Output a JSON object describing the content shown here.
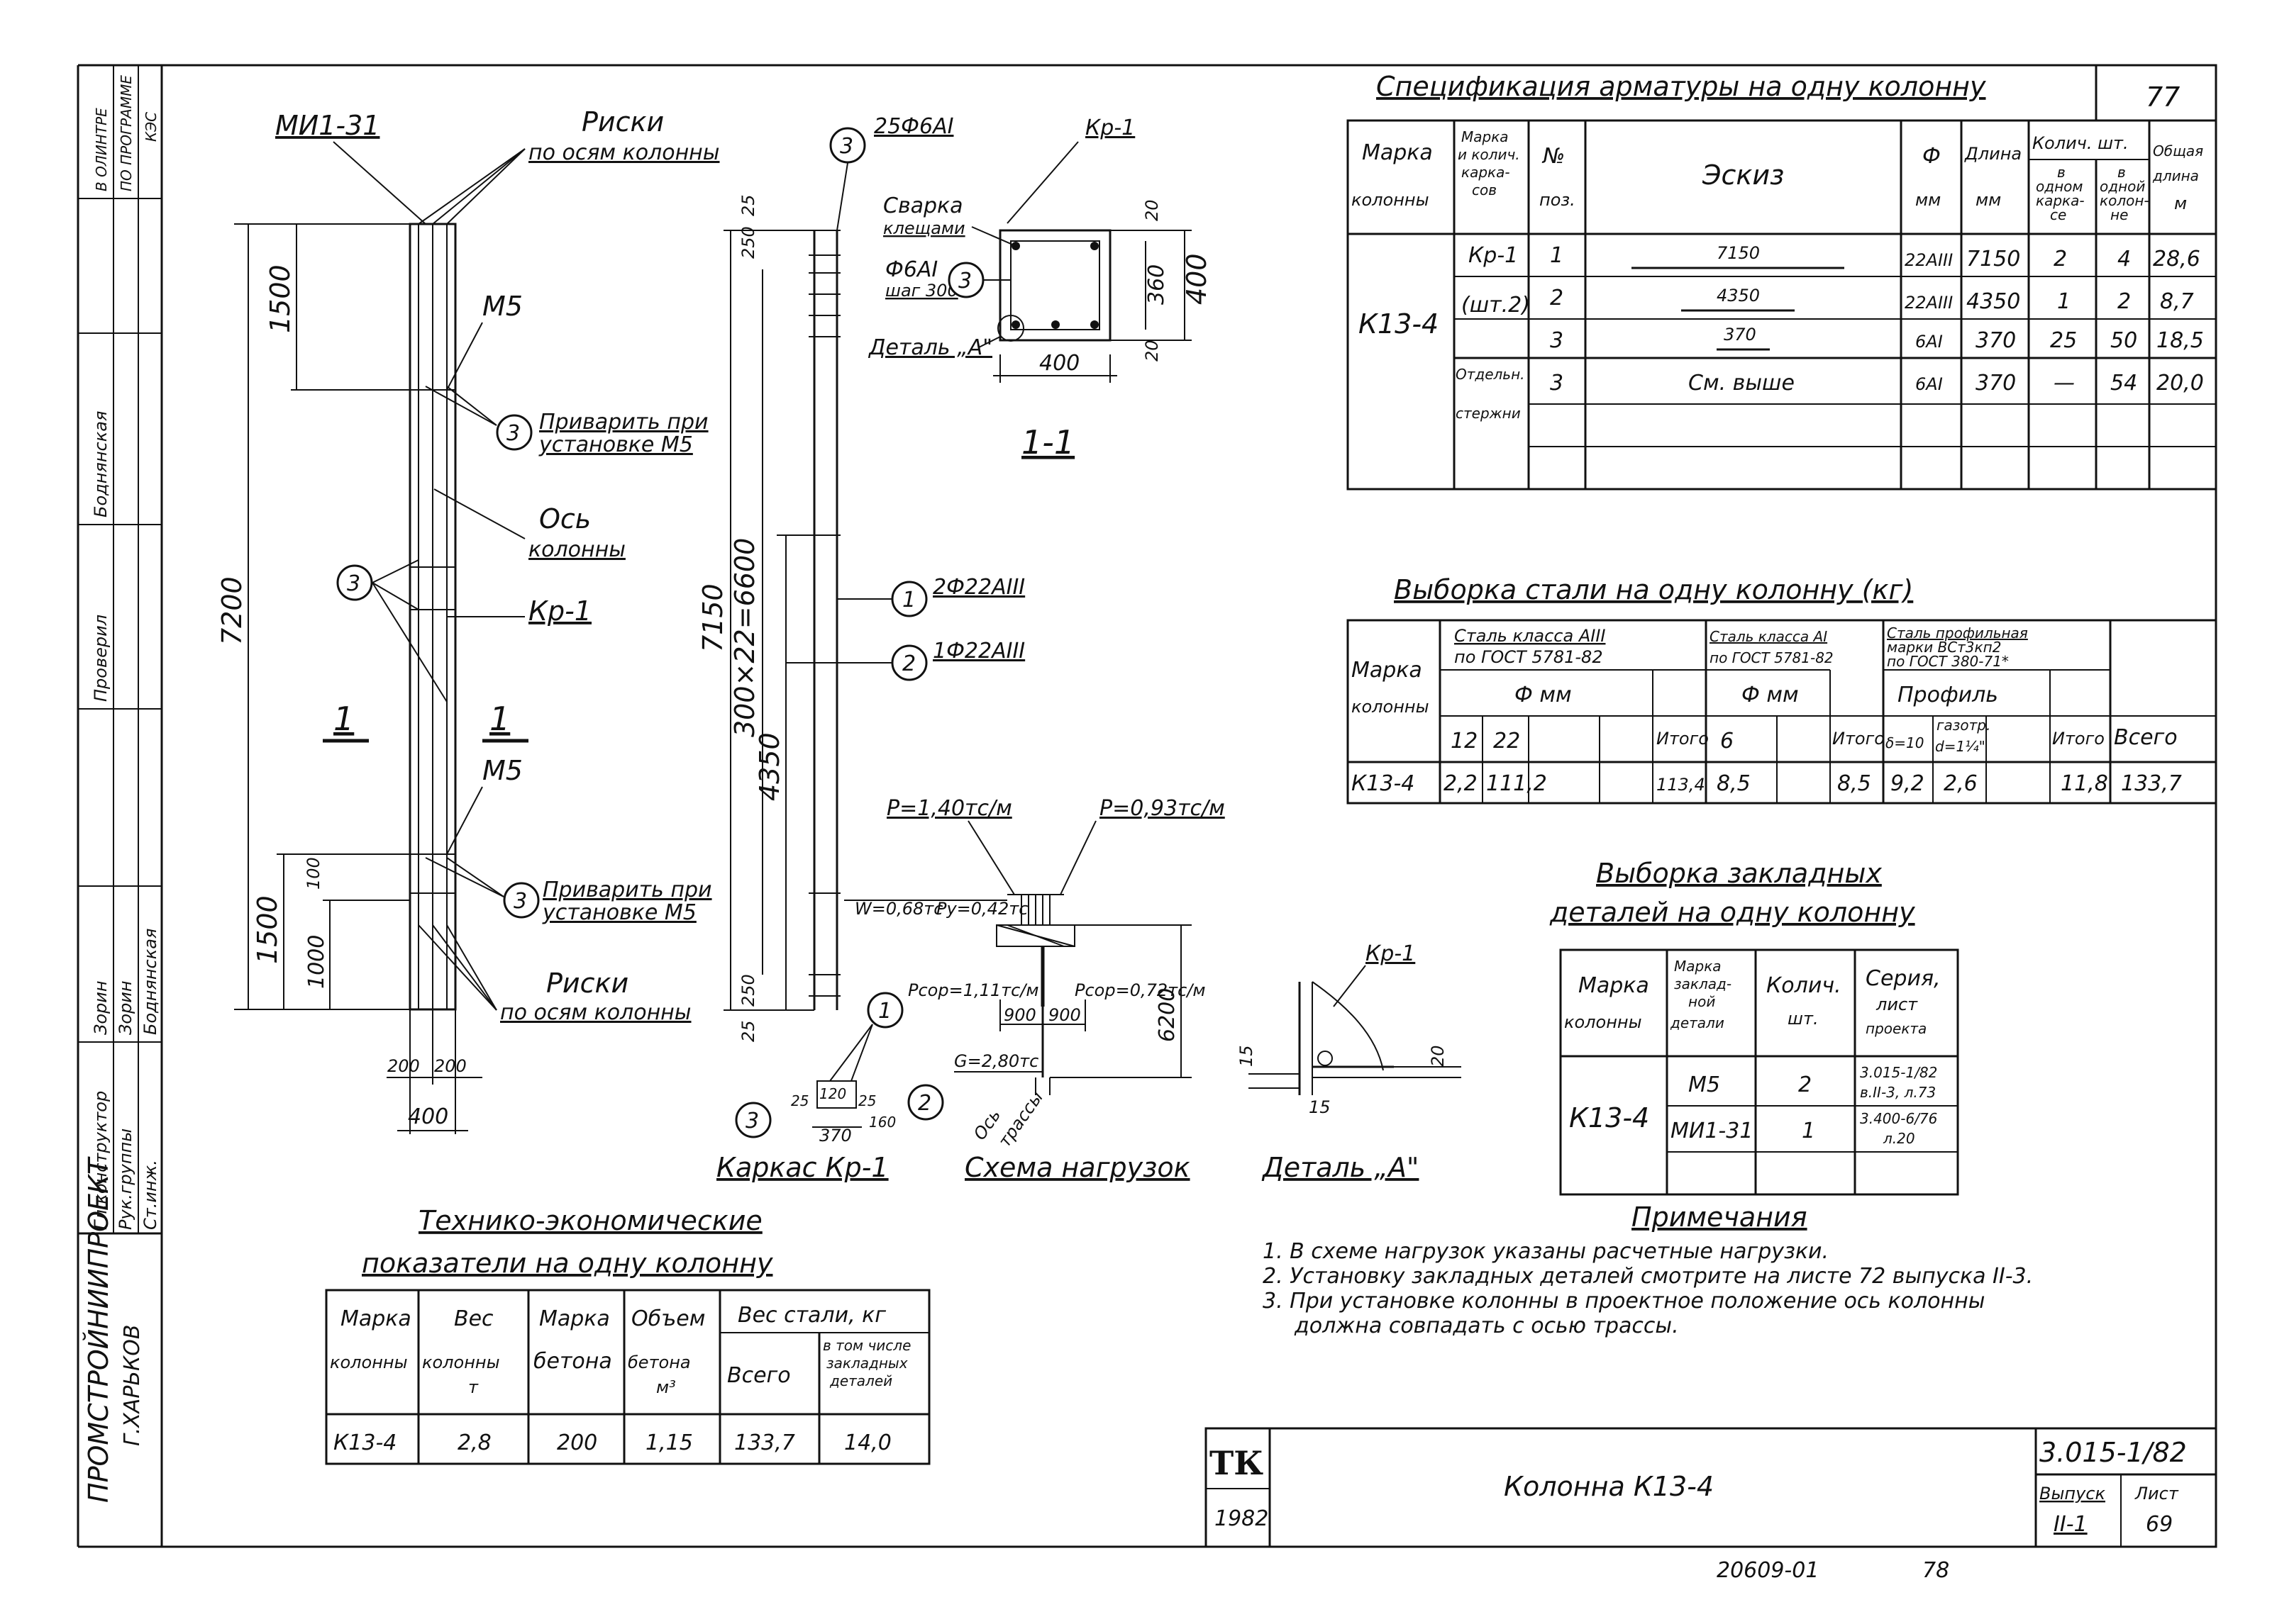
{
  "frame": {
    "sheet_number": "77",
    "bottom_code": "20609-01",
    "bottom_page": "78"
  },
  "left_strip": {
    "organization": [
      "ПРОМСТРОЙНИИПРОЕКТ",
      "Г.ХАРЬКОВ"
    ],
    "roles": [
      "Гл.конструктор",
      "Рук.группы",
      "Ст.инж."
    ],
    "names": [
      "Зорин",
      "Зорин",
      "Боднянская"
    ],
    "notes": [
      "Проверил",
      "Боднянская",
      "В ОЛИНТРЕ",
      "ПО ПРОГРАММЕ",
      "КЭС"
    ]
  },
  "column_elevation": {
    "label_mi": "МИ1-31",
    "label_riski_top": [
      "Риски",
      "по осям колонны"
    ],
    "label_m5_top": "М5",
    "label_privarit_top": [
      "Приварить при",
      "установке М5"
    ],
    "label_os": [
      "Ось",
      "колонны"
    ],
    "label_kr1": "Кр-1",
    "label_m5_bottom": "М5",
    "label_privarit_bottom": [
      "Приварить при",
      "установке М5"
    ],
    "label_riski_bottom": [
      "Риски",
      "по осям колонны"
    ],
    "section_mark": "1",
    "dims": {
      "d1500_top": "1500",
      "d7200": "7200",
      "d1500_bottom": "1500",
      "d1000": "1000",
      "d100": "100",
      "d200a": "200",
      "d200b": "200",
      "d400": "400"
    },
    "callout": "3"
  },
  "cage_kr1": {
    "callout_3": "3",
    "label_25": "25Ф6АI",
    "label_kr1": "Кр-1",
    "label_1": "2Ф22АIII",
    "label_2": "1Ф22АIII",
    "dims": {
      "d7150": "7150",
      "d300x22": "300×22=6600",
      "d4350": "4350",
      "d250_top": "250",
      "d25_top": "25",
      "d250_bottom": "250",
      "d25_bottom": "25"
    },
    "caption": "Каркас Кр-1",
    "mini": [
      "25",
      "120",
      "25",
      "160",
      "370"
    ]
  },
  "section_1_1": {
    "label_svarka": [
      "Сварка",
      "клещами"
    ],
    "label_step": [
      "Ф6АI",
      "шаг 300"
    ],
    "label_detail": "Деталь „А\"",
    "dims": {
      "d20a": "20",
      "d360": "360",
      "d20b": "20",
      "d400h": "400",
      "d400w": "400"
    },
    "caption": "1-1"
  },
  "load_scheme": {
    "p_left": "P=1,40тс/м",
    "p_right": "P=0,93тс/м",
    "w": "W=0,68тс",
    "py": "Py=0,42тс",
    "p_sop_left": "Pсор=1,11тс/м",
    "p_sop_right": "Pсор=0,72тс/м",
    "d900a": "900",
    "d900b": "900",
    "d6200": "6200",
    "g": "G=2,80тс",
    "axis": [
      "Ось",
      "трассы"
    ],
    "caption": "Схема нагрузок"
  },
  "detail_a": {
    "label_kr1": "Кр-1",
    "d15a": "15",
    "d15b": "15",
    "d20": "20",
    "caption": "Деталь „А\""
  },
  "spec_table": {
    "title": "Спецификация арматуры на одну колонну",
    "headers": {
      "mark": [
        "Марка",
        "колонны"
      ],
      "cage": [
        "Марка",
        "и колич.",
        "карка-",
        "сов"
      ],
      "pos": [
        "№",
        "поз."
      ],
      "sketch": "Эскиз",
      "diam": [
        "Ф",
        "мм"
      ],
      "length": [
        "Длина",
        "мм"
      ],
      "qty": "Колич. шт.",
      "qty_cage": [
        "в",
        "одном",
        "карка-",
        "се"
      ],
      "qty_col": [
        "в",
        "одной",
        "колон-",
        "не"
      ],
      "total": [
        "Общая",
        "длина",
        "м"
      ]
    },
    "column_mark": "К13-4",
    "cage_mark": [
      "Кр-1",
      "(шт.2)"
    ],
    "separate": [
      "Отдельн.",
      "стержни"
    ],
    "rows": [
      {
        "pos": "1",
        "sketch": "7150",
        "diam": "22АIII",
        "length": "7150",
        "cage": "2",
        "col": "4",
        "total": "28,6"
      },
      {
        "pos": "2",
        "sketch": "4350",
        "diam": "22АIII",
        "length": "4350",
        "cage": "1",
        "col": "2",
        "total": "8,7"
      },
      {
        "pos": "3",
        "sketch": "370",
        "diam": "6АI",
        "length": "370",
        "cage": "25",
        "col": "50",
        "total": "18,5"
      },
      {
        "pos": "3",
        "sketch": "См. выше",
        "diam": "6АI",
        "length": "370",
        "cage": "—",
        "col": "54",
        "total": "20,0"
      }
    ]
  },
  "steel_table": {
    "title": "Выборка стали на одну колонну (кг)",
    "headers": {
      "mark": [
        "Марка",
        "колонны"
      ],
      "a3": [
        "Сталь класса АIII",
        "по ГОСТ 5781-82"
      ],
      "a1": [
        "Сталь класса АI",
        "по ГОСТ 5781-82"
      ],
      "prof": [
        "Сталь профильная",
        "марки ВСт3кп2",
        "по ГОСТ 380-71*"
      ],
      "fmm": "Ф мм",
      "profil": "Профиль",
      "itogo": "Итого",
      "vsego": "Всего",
      "d12": "12",
      "d22": "22",
      "d6": "6",
      "delta": "δ=10",
      "gazotr": [
        "газотр.",
        "d=1¼\""
      ]
    },
    "row": {
      "mark": "К13-4",
      "v12": "2,2",
      "v22": "111,2",
      "itogo1": "113,4",
      "v6": "8,5",
      "itogo2": "8,5",
      "vdelta": "9,2",
      "vgaz": "2,6",
      "itogo3": "11,8",
      "vsego": "133,7"
    }
  },
  "embedded_table": {
    "title": [
      "Выборка закладных",
      "деталей на одну колонну"
    ],
    "headers": {
      "mark": [
        "Марка",
        "колонны"
      ],
      "detail": [
        "Марка",
        "заклад-",
        "ной",
        "детали"
      ],
      "qty": [
        "Колич.",
        "шт."
      ],
      "series": [
        "Серия,",
        "лист",
        "проекта"
      ]
    },
    "column_mark": "К13-4",
    "rows": [
      {
        "detail": "М5",
        "qty": "2",
        "series": [
          "3.015-1/82",
          "в.II-3, л.73"
        ]
      },
      {
        "detail": "МИ1-31",
        "qty": "1",
        "series": [
          "3.400-6/76",
          "л.20"
        ]
      }
    ]
  },
  "tech_table": {
    "title": [
      "Технико-экономические",
      "показатели на одну колонну"
    ],
    "headers": {
      "mark": [
        "Марка",
        "колонны"
      ],
      "weight": [
        "Вес",
        "колонны",
        "т"
      ],
      "concrete": [
        "Марка",
        "бетона"
      ],
      "volume": [
        "Объем",
        "бетона",
        "м³"
      ],
      "steel": "Вес стали, кг",
      "total": "Всего",
      "incl": [
        "в том числе",
        "закладных",
        "деталей"
      ]
    },
    "row": {
      "mark": "К13-4",
      "weight": "2,8",
      "concrete": "200",
      "volume": "1,15",
      "total": "133,7",
      "incl": "14,0"
    }
  },
  "notes": {
    "title": "Примечания",
    "items": [
      "1. В схеме нагрузок указаны расчетные нагрузки.",
      "2. Установку закладных деталей смотрите на листе 72 выпуска II-3.",
      "3. При установке колонны в проектное положение ось колонны",
      "должна совпадать с осью трассы."
    ]
  },
  "title_block": {
    "logo": "ТК",
    "year": "1982",
    "name": "Колонна К13-4",
    "series": "3.015-1/82",
    "issue_label": "Выпуск",
    "issue_value": "II-1",
    "sheet_label": "Лист",
    "sheet_value": "69"
  }
}
